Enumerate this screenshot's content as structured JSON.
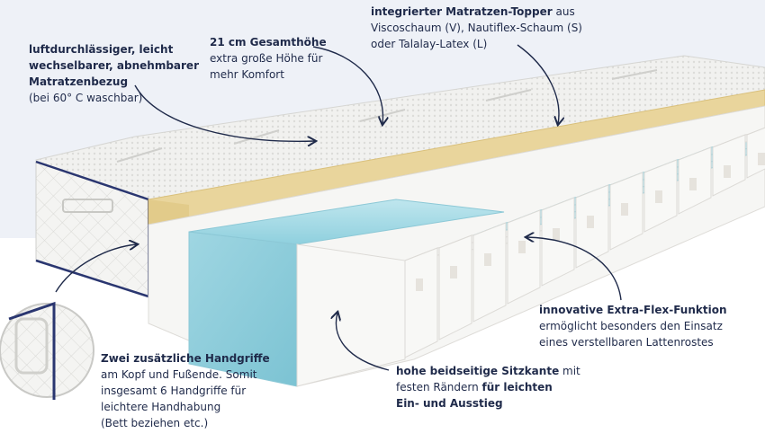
{
  "annotations": {
    "cover": {
      "line1": "luftdurchlässiger, leicht",
      "line2": "wechselbarer, abnehmbarer",
      "line3": "Matratzenbezug",
      "line4": "(bei 60° C waschbar)"
    },
    "height": {
      "line1": "21 cm Gesamthöhe",
      "line2": "extra große Höhe für",
      "line3": "mehr Komfort"
    },
    "topper": {
      "line1": "integrierter Matratzen-Topper",
      "line1b": " aus",
      "line2": "Viscoschaum (V), Nautiflex-Schaum (S)",
      "line3": "oder Talalay-Latex (L)"
    },
    "flex": {
      "line1": "innovative Extra-Flex-Funktion",
      "line2": "ermöglicht besonders den Einsatz",
      "line3": "eines verstellbaren Lattenrostes"
    },
    "edge": {
      "line1": "hohe beidseitige Sitzkante",
      "line1b": " mit",
      "line2a": "festen Rändern ",
      "line2b": "für leichten",
      "line3": "Ein- und Ausstieg"
    },
    "handles": {
      "line1": "Zwei zusätzliche Handgriffe",
      "line2": "am Kopf und Fußende. Somit",
      "line3": "insgesamt 6 Handgriffe für",
      "line4": "leichtere Handhabung",
      "line5": "(Bett beziehen etc.)"
    }
  },
  "colors": {
    "text": "#1f2a4a",
    "arrow": "#1f2a4a",
    "background_panel": "#eef1f7",
    "foam_blue": "#a8dbe6",
    "foam_white": "#f6f6f4",
    "topper_yellow": "#e8d49a",
    "cover_quilt": "#f3f3f1",
    "piping": "#2a3670"
  }
}
